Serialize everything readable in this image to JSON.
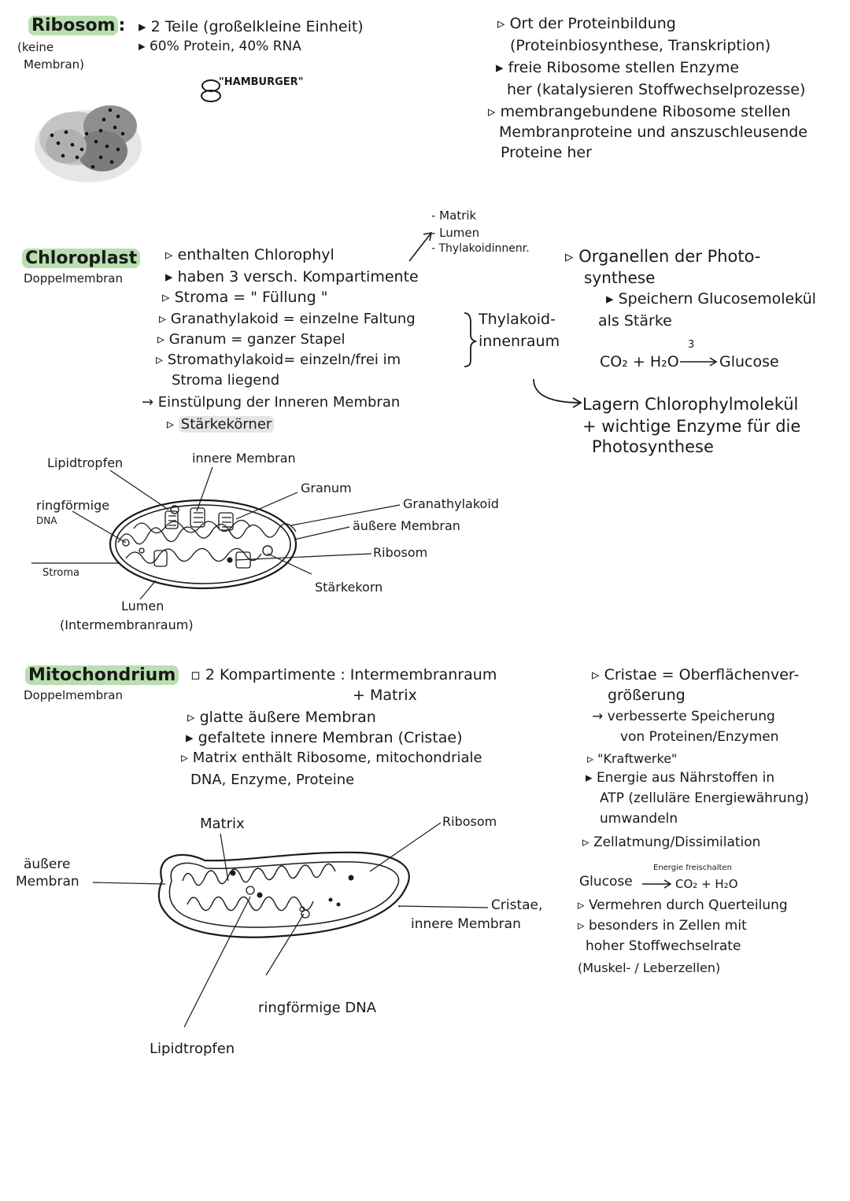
{
  "ribosom": {
    "title": "Ribosom",
    "colon": ":",
    "subtitle_1": "(keine",
    "subtitle_2": "Membran)",
    "left_1": "2 Teile (großelkleine Einheit)",
    "left_2": "60% Protein, 40% RNA",
    "hamburger": "\"HAMBURGER\"",
    "right_1": "Ort der Proteinbildung",
    "right_2": "(Proteinbiosynthese, Transkription)",
    "right_3": "freie Ribosome stellen Enzyme",
    "right_4": "her (katalysieren Stoffwechselprozesse)",
    "right_5": "membrangebundene Ribosome stellen",
    "right_6": "Membranproteine und anszuschleusende",
    "right_7": "Proteine her"
  },
  "chloroplast": {
    "title": "Chloroplast",
    "subtitle": "Doppelmembran",
    "top_1": "- Matrik",
    "top_2": "- Lumen",
    "top_3": "- Thylakoidinnenr.",
    "b1": "enthalten Chlorophyl",
    "b2": "haben 3 versch. Kompartimente",
    "b3": "Stroma = \" Füllung \"",
    "b4": "Granathylakoid = einzelne Faltung",
    "b5": "Granum = ganzer Stapel",
    "b6": "Stromathylakoid= einzeln/frei im",
    "b7": "Stroma liegend",
    "b8": "→ Einstülpung der Inneren Membran",
    "b9": "Stärkekörner",
    "brace_1": "Thylakoid-",
    "brace_2": "innenraum",
    "r1": "Organellen der Photo-",
    "r2": "synthese",
    "r3": "Speichern Glucosemolekül",
    "r4": "als Stärke",
    "formula_left": "CO₂ + H₂O",
    "formula_top": "3",
    "formula_right": "Glucose",
    "r5": "Lagern Chlorophylmolekül",
    "r6": "+ wichtige Enzyme für die",
    "r7": "Photosynthese",
    "labels": {
      "lipidtropfen": "Lipidtropfen",
      "innere_membran": "innere Membran",
      "granum": "Granum",
      "granathylakoid": "Granathylakoid",
      "ringfoermige": "ringförmige",
      "dna": "DNA",
      "aeussere_membran": "äußere Membran",
      "ribosom": "Ribosom",
      "stroma": "Stroma",
      "staerkekorn": "Stärkekorn",
      "lumen": "Lumen",
      "intermembranraum": "(Intermembranraum)"
    }
  },
  "mitochondrium": {
    "title": "Mitochondrium",
    "subtitle": "Doppelmembran",
    "b1": "2 Kompartimente : Intermembranraum",
    "b1b": "+ Matrix",
    "b2": "glatte äußere Membran",
    "b3": "gefaltete innere Membran (Cristae)",
    "b4": "Matrix enthält Ribosome, mitochondriale",
    "b5": "DNA, Enzyme, Proteine",
    "r1": "Cristae = Oberflächenver-",
    "r2": "größerung",
    "r3": "→ verbesserte Speicherung",
    "r4": "von Proteinen/Enzymen",
    "r5": "\"Kraftwerke\"",
    "r6": "Energie aus Nährstoffen in",
    "r7": "ATP (zelluläre Energiewährung)",
    "r8": "umwandeln",
    "r9": "Zellatmung/Dissimilation",
    "formula_top": "Energie freischalten",
    "formula_left": "Glucose",
    "formula_right": "CO₂ + H₂O",
    "r10": "Vermehren durch Querteilung",
    "r11": "besonders in Zellen mit",
    "r12": "hoher Stoffwechselrate",
    "r13": "(Muskel- / Leberzellen)",
    "labels": {
      "matrix": "Matrix",
      "ribosom": "Ribosom",
      "aeussere_1": "äußere",
      "aeussere_2": "Membran",
      "cristae": "Cristae,",
      "innere_membran": "innere Membran",
      "ringfoermige_dna": "ringförmige DNA",
      "lipidtropfen": "Lipidtropfen"
    }
  },
  "colors": {
    "green_highlight": "#b9dfb0",
    "grey_highlight": "#e4e4e4",
    "ink": "#1a1a1a"
  }
}
